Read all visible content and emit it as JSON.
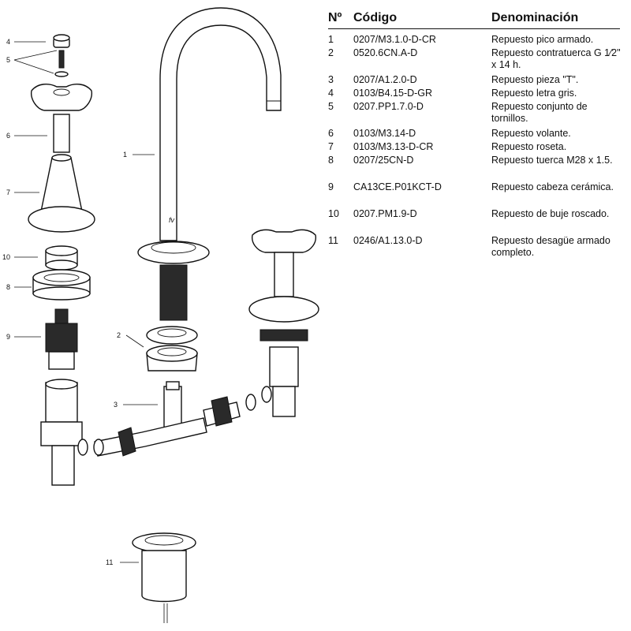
{
  "table": {
    "headers": {
      "num": "Nº",
      "code": "Código",
      "name": "Denominación"
    },
    "rows": [
      {
        "num": "1",
        "code": "0207/M3.1.0-D-CR",
        "name": "Repuesto pico armado."
      },
      {
        "num": "2",
        "code": "0520.6CN.A-D",
        "name": "Repuesto contratuerca G 1⁄2\" x 14 h."
      },
      {
        "num": "3",
        "code": "0207/A1.2.0-D",
        "name": "Repuesto pieza \"T\"."
      },
      {
        "num": "4",
        "code": "0103/B4.15-D-GR",
        "name": "Repuesto letra gris."
      },
      {
        "num": "5",
        "code": "0207.PP1.7.0-D",
        "name": "Repuesto conjunto de tornillos."
      },
      {
        "num": "6",
        "code": "0103/M3.14-D",
        "name": "Repuesto volante."
      },
      {
        "num": "7",
        "code": "0103/M3.13-D-CR",
        "name": "Repuesto roseta."
      },
      {
        "num": "8",
        "code": "0207/25CN-D",
        "name": "Repuesto tuerca M28 x 1.5."
      },
      {
        "num": "9",
        "code": "CA13CE.P01KCT-D",
        "name": "Repuesto cabeza cerámica."
      },
      {
        "num": "10",
        "code": "0207.PM1.9-D",
        "name": "Repuesto de buje roscado."
      },
      {
        "num": "11",
        "code": "0246/A1.13.0-D",
        "name": "Repuesto desagüe armado completo."
      }
    ]
  },
  "callouts": {
    "c1": "1",
    "c2": "2",
    "c3": "3",
    "c4": "4",
    "c5": "5",
    "c6": "6",
    "c7": "7",
    "c8": "8",
    "c9": "9",
    "c10": "10",
    "c11": "11"
  },
  "logo": "fv"
}
